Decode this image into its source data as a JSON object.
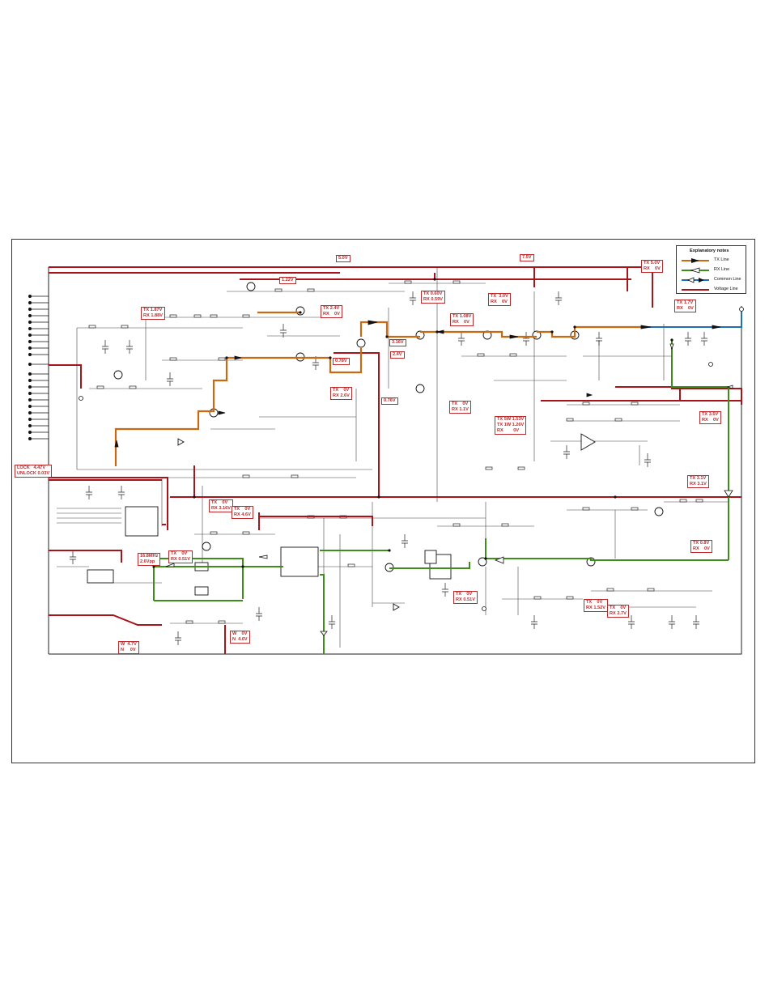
{
  "legend": {
    "title": "Explanatory notes",
    "items": [
      {
        "label": "TX Line",
        "color": "#c96a12",
        "icon": "arrow-solid"
      },
      {
        "label": "RX Line",
        "color": "#3e8f1a",
        "icon": "arrow-hollow"
      },
      {
        "label": "Common Line",
        "color": "#1f6fb5",
        "icon": "arrow-double"
      },
      {
        "label": "Voltage Line",
        "color": "#a8141a",
        "icon": "line"
      }
    ]
  },
  "voltage_labels": {
    "v50": [
      "5.0V"
    ],
    "v75": [
      "7.5V"
    ],
    "v122": [
      "1.22V"
    ],
    "tx50_rx0": [
      "TX 5.0V",
      "RX    0V"
    ],
    "tx187": [
      "TX 1.87V",
      "RX 1.88V"
    ],
    "tx24": [
      "TX 2.4V",
      "RX    0V"
    ],
    "tx060": [
      "TX 0.60V",
      "RX 0.59V"
    ],
    "tx108": [
      "TX 1.08V",
      "RX    0V"
    ],
    "tx30": [
      "TX  3.0V",
      "RX    0V"
    ],
    "tx17": [
      "TX 1.7V",
      "RX    0V"
    ],
    "v316": [
      "3.16V"
    ],
    "v24": [
      "2.4V"
    ],
    "v078": [
      "0.78V"
    ],
    "tx0_rx26": [
      "TX    0V",
      "RX 2.6V"
    ],
    "v076": [
      "0.76V"
    ],
    "tx0_rx11": [
      "TX    0V",
      "RX 1.1V"
    ],
    "txpow": [
      "TX 5W 1.53V",
      "TX 1W 1.26V",
      "RX        0V"
    ],
    "tx35": [
      "TX 3.5V",
      "RX    0V"
    ],
    "lock": [
      "LOCK   4.47V",
      "UNLOCK 0.03V"
    ],
    "tx31": [
      "TX 3.1V",
      "RX 3.1V"
    ],
    "tx0_rx316": [
      "TX    0V",
      "RX 3.16V"
    ],
    "tx0_rx46": [
      "TX    0V",
      "RX 4.6V"
    ],
    "osc": [
      "16.8MHz",
      "2.6Vpp"
    ],
    "tx0_rx051": [
      "TX    0V",
      "RX 0.51V"
    ],
    "tx08": [
      "TX 0.8V",
      "RX    0V"
    ],
    "tx0_rx051b": [
      "TX    0V",
      "RX 0.51V"
    ],
    "tx0_rx152": [
      "TX    0V",
      "RX 1.52V"
    ],
    "tx0_rx27": [
      "TX    0V",
      "RX 2.7V"
    ],
    "w_n": [
      "W    0V",
      "N  4.6V"
    ],
    "w_n2": [
      "W  4.7V",
      "N     0V"
    ]
  }
}
